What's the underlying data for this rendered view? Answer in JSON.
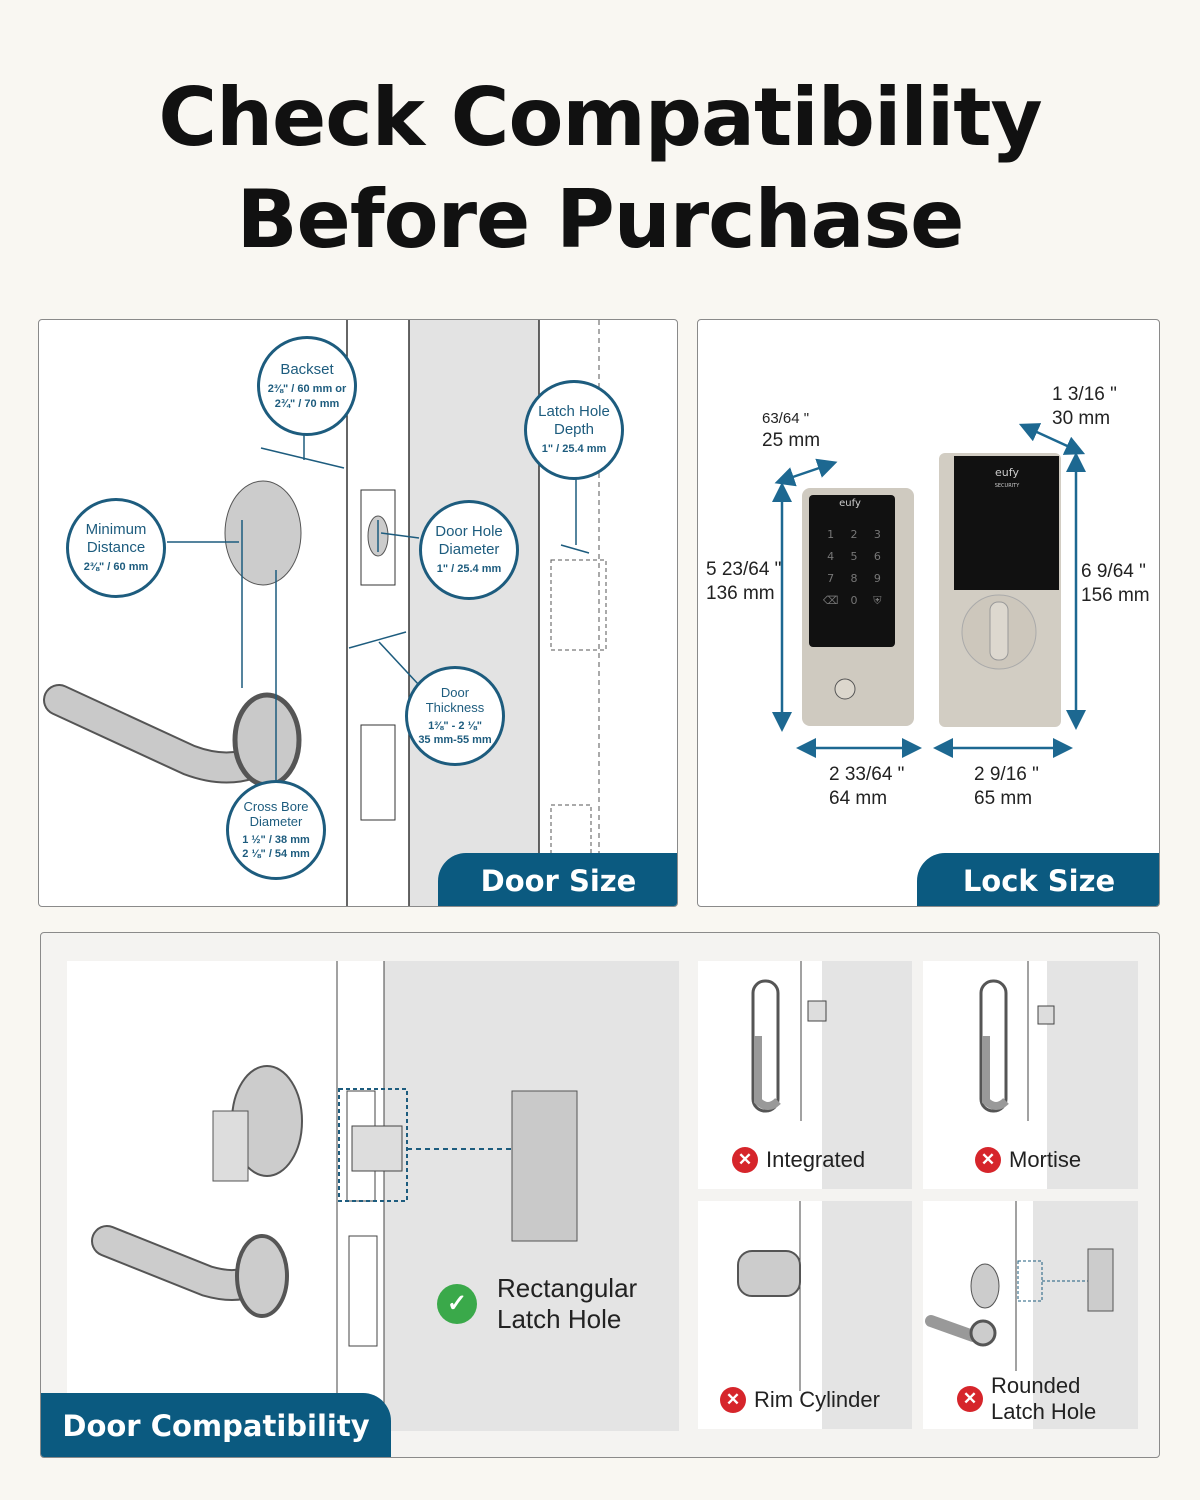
{
  "title": {
    "line1": "Check Compatibility",
    "line2": "Before Purchase"
  },
  "door_size": {
    "tab": "Door Size",
    "backset": {
      "label": "Backset",
      "value1": "2⅜\" / 60 mm or",
      "value2": "2¾\" / 70 mm"
    },
    "minimum_distance": {
      "label1": "Minimum",
      "label2": "Distance",
      "value": "2⅜\" / 60 mm"
    },
    "latch_hole_depth": {
      "label1": "Latch Hole",
      "label2": "Depth",
      "value": "1\" / 25.4 mm"
    },
    "door_hole_diameter": {
      "label1": "Door Hole",
      "label2": "Diameter",
      "value": "1\" / 25.4 mm"
    },
    "door_thickness": {
      "label1": "Door",
      "label2": "Thickness",
      "value1": "1⅜\" - 2 ⅛\"",
      "value2": "35 mm-55 mm"
    },
    "cross_bore_diameter": {
      "label1": "Cross Bore",
      "label2": "Diameter",
      "value1": "1 ½\" / 38 mm",
      "value2": "2 ⅛\" / 54 mm"
    }
  },
  "lock_size": {
    "tab": "Lock Size",
    "brand": "eufy",
    "brand_sub": "SECURITY",
    "keypad": [
      "1",
      "2",
      "3",
      "4",
      "5",
      "6",
      "7",
      "8",
      "9",
      "⌫",
      "0",
      "⛨"
    ],
    "front_depth": {
      "inch": "63/64 \"",
      "mm": "25 mm"
    },
    "front_height": {
      "inch": "5 23/64 \"",
      "mm": "136 mm"
    },
    "front_width": {
      "inch": "2 33/64 \"",
      "mm": "64 mm"
    },
    "back_depth": {
      "inch": "1 3/16 \"",
      "mm": "30 mm"
    },
    "back_height": {
      "inch": "6 9/64 \"",
      "mm": "156 mm"
    },
    "back_width": {
      "inch": "2 9/16 \"",
      "mm": "65 mm"
    }
  },
  "door_compatibility": {
    "tab": "Door Compatibility",
    "main": {
      "label1": "Rectangular",
      "label2": "Latch Hole",
      "status": "compatible"
    },
    "items": [
      {
        "label": "Integrated",
        "status": "incompatible"
      },
      {
        "label": "Mortise",
        "status": "incompatible"
      },
      {
        "label": "Rim Cylinder",
        "status": "incompatible"
      },
      {
        "label1": "Rounded",
        "label2": "Latch Hole",
        "status": "incompatible"
      }
    ]
  },
  "colors": {
    "accent": "#0b5a80",
    "ok": "#3aa94a",
    "bad": "#d6252b",
    "background": "#f9f7f2"
  }
}
